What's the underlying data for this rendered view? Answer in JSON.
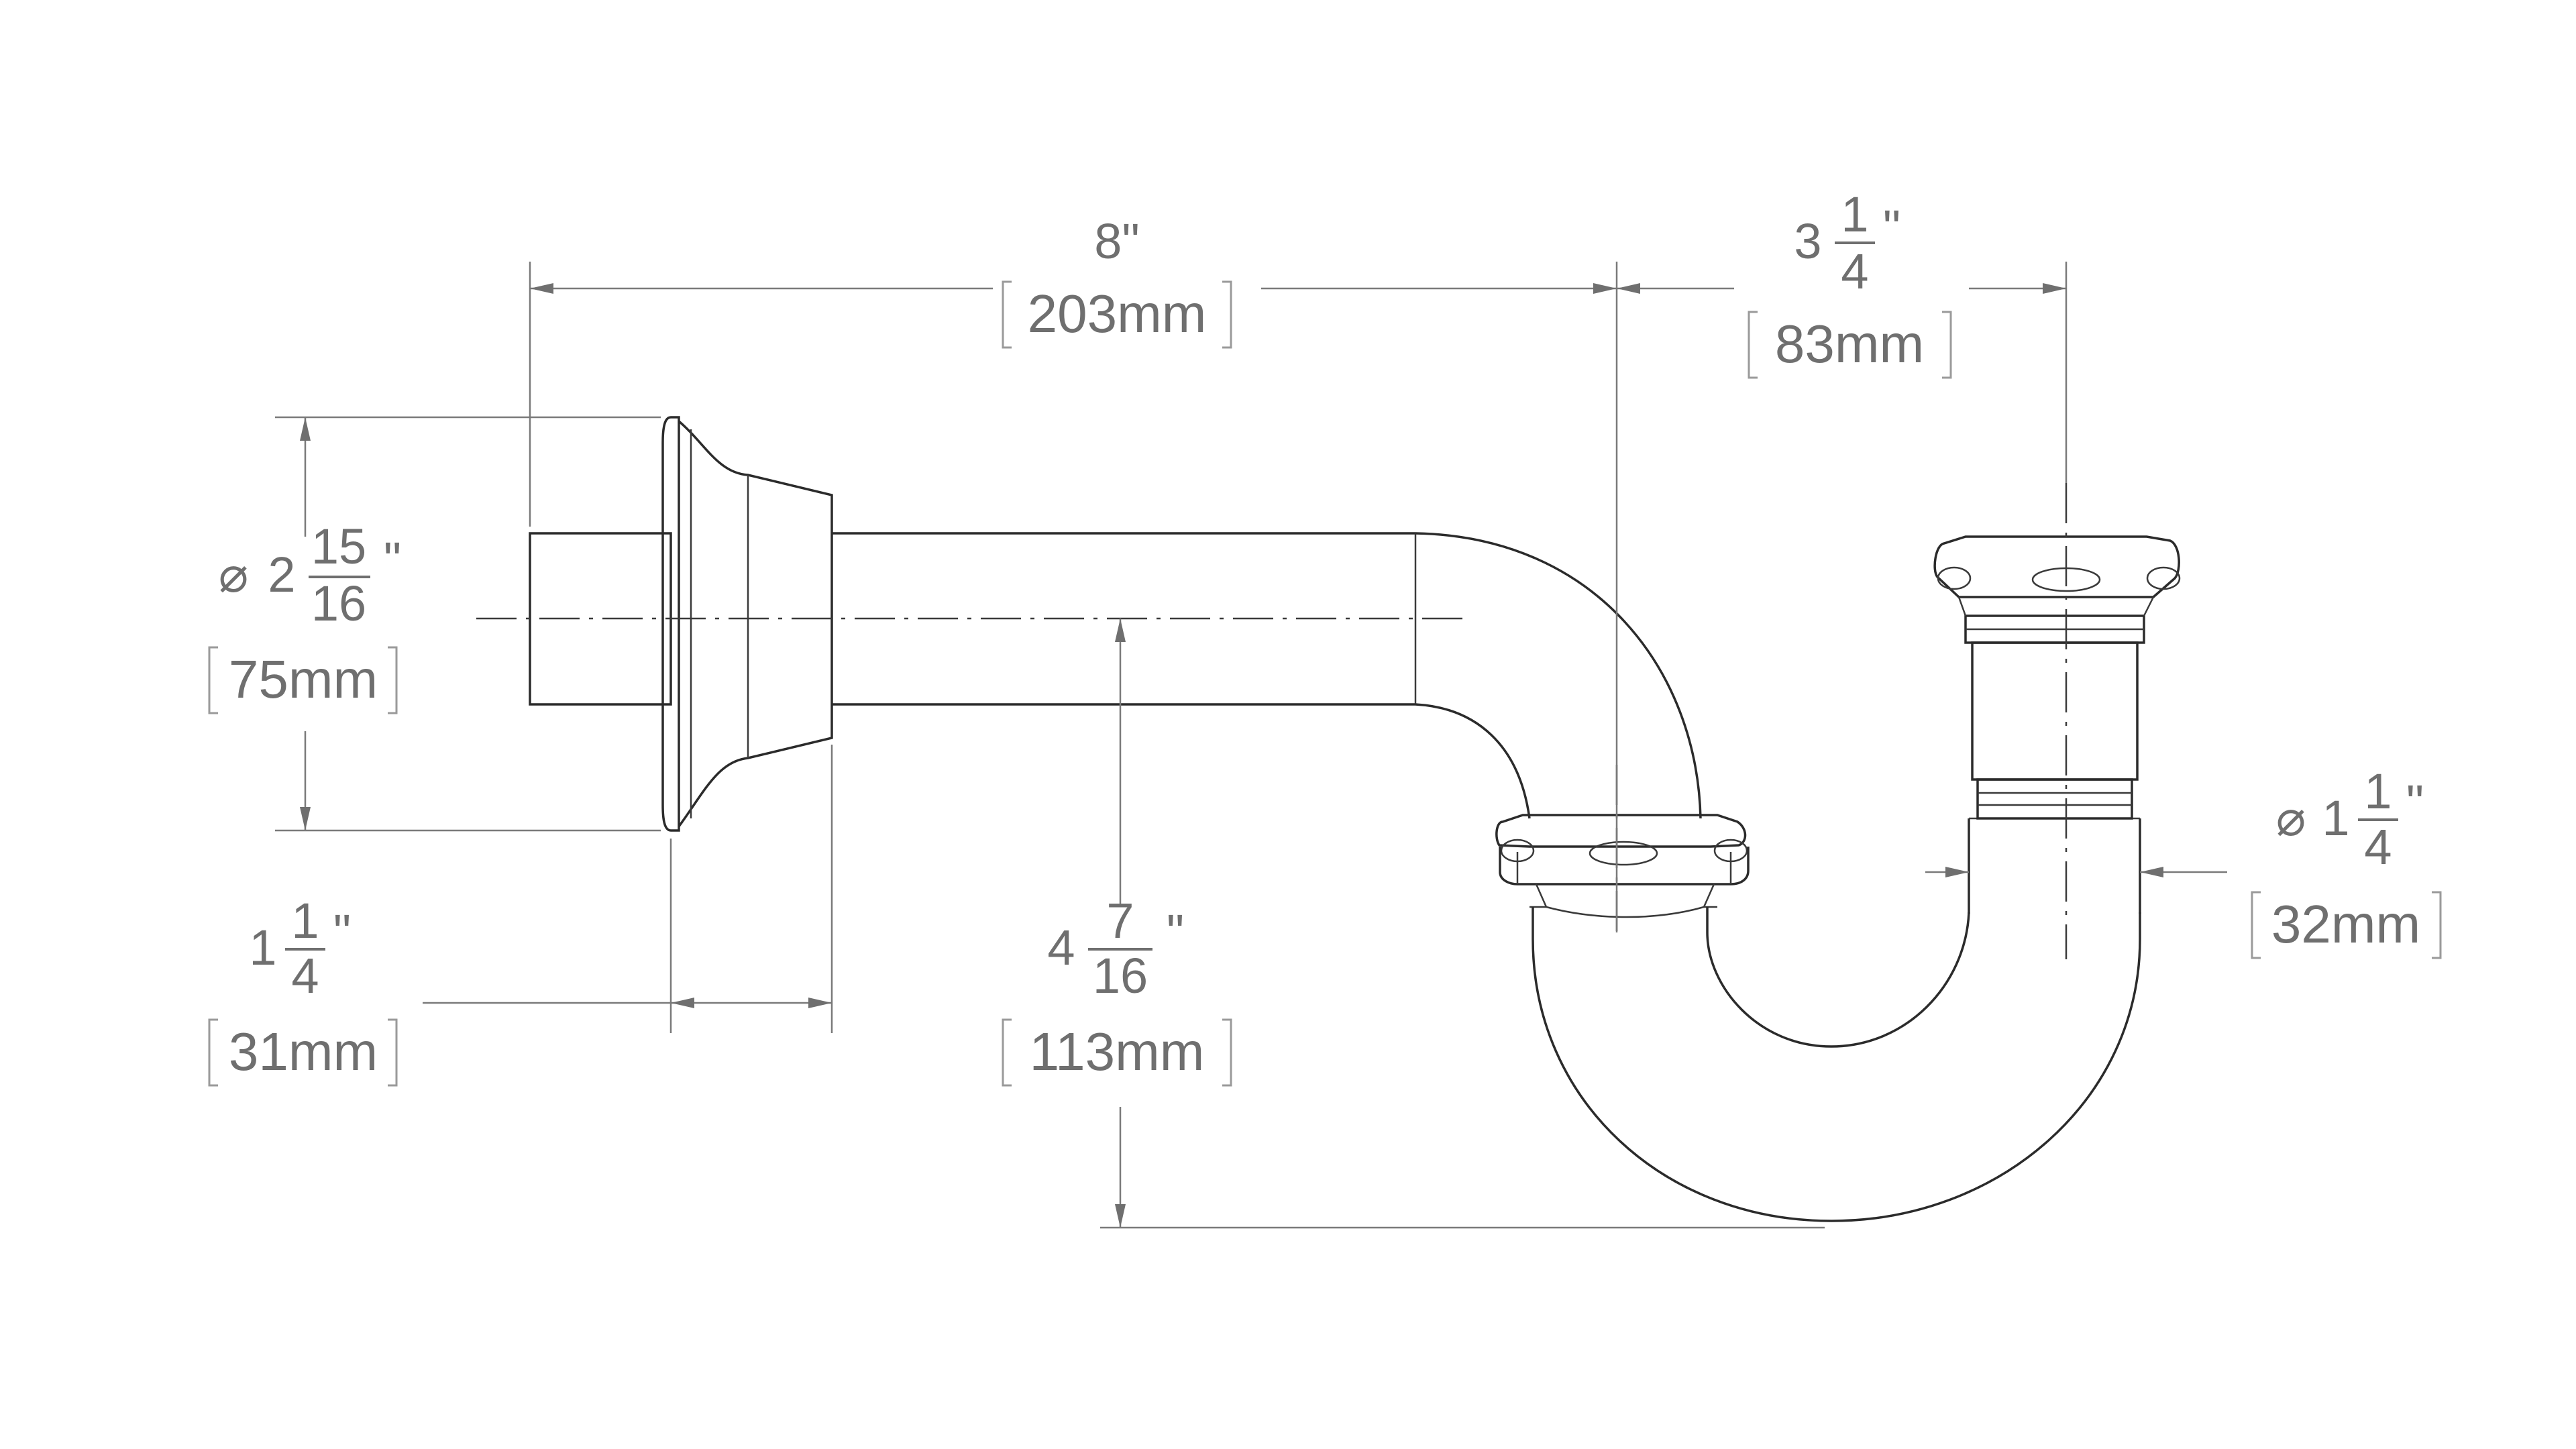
{
  "dimensions": {
    "overall_length": {
      "whole": "8",
      "unit": "\"",
      "metric": "203mm"
    },
    "outlet_offset": {
      "whole": "3",
      "numerator": "1",
      "denominator": "4",
      "unit": "\"",
      "metric": "83mm"
    },
    "flange_diameter": {
      "symbol": "⌀",
      "whole": "2",
      "numerator": "15",
      "denominator": "16",
      "unit": "\"",
      "metric": "75mm"
    },
    "flange_depth": {
      "whole": "1",
      "numerator": "1",
      "denominator": "4",
      "unit": "\"",
      "metric": "31mm"
    },
    "drop_height": {
      "whole": "4",
      "numerator": "7",
      "denominator": "16",
      "unit": "\"",
      "metric": "113mm"
    },
    "tube_diameter": {
      "symbol": "⌀",
      "whole": "1",
      "numerator": "1",
      "denominator": "4",
      "unit": "\"",
      "metric": "32mm"
    }
  }
}
